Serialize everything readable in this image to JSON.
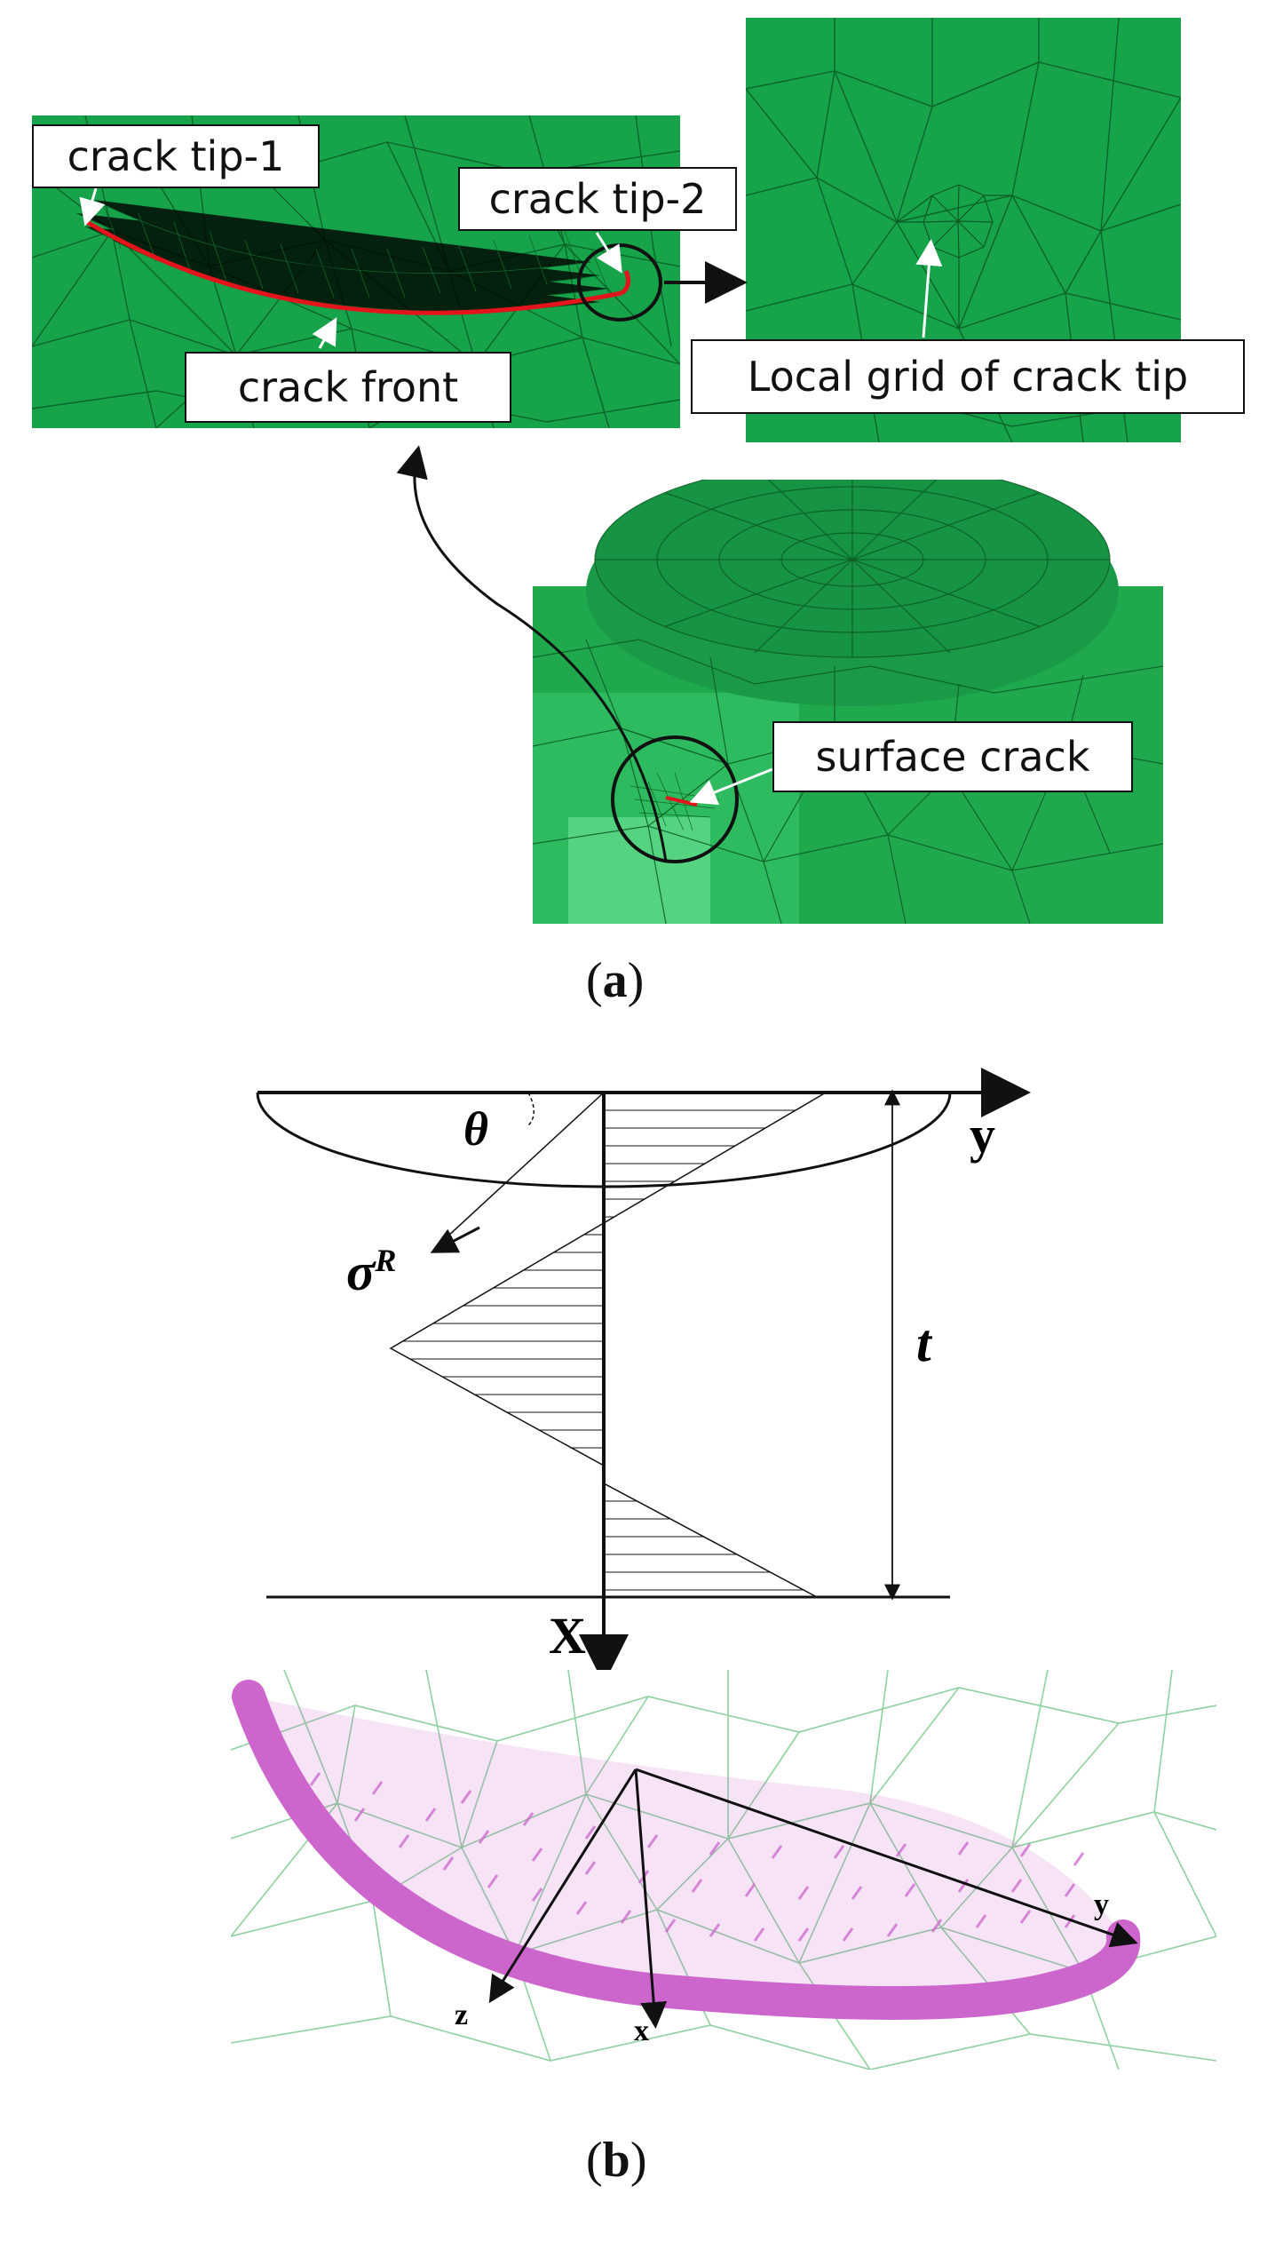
{
  "panel_a": {
    "callouts": {
      "crack_tip_1": "crack tip-1",
      "crack_tip_2": "crack tip-2",
      "crack_front": "crack front",
      "local_grid": "Local grid of crack tip",
      "surface_crack": "surface crack"
    },
    "label_letter": "a"
  },
  "panel_b": {
    "axis_y": "y",
    "axis_x": "X",
    "theta": "θ",
    "sigma": "σ",
    "sigma_sup": "R",
    "thickness": "t",
    "crack_axes": {
      "x": "x",
      "y": "y",
      "z": "z"
    },
    "label_letter": "b"
  },
  "colors": {
    "mesh_green": "#16a34a",
    "mesh_line": "#0b5a24",
    "crack_red": "#e3141b",
    "crack_pink": "#cc66cc",
    "light_mesh": "#8fd19e"
  }
}
